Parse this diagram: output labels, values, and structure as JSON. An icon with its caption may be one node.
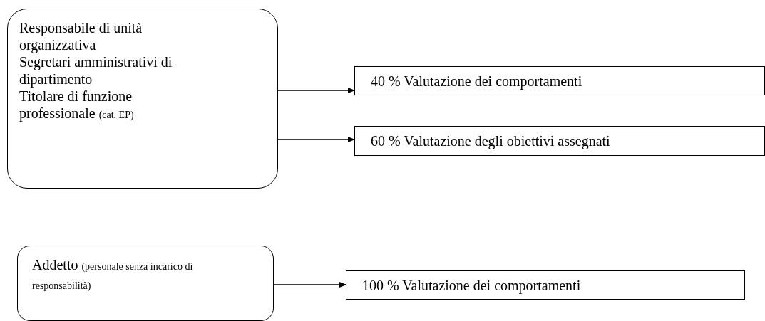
{
  "diagram": {
    "nodes": [
      {
        "text": [
          "Responsabile di unità organizzativa",
          "Segretari amministrativi di dipartimento",
          "Titolare di funzione professionale (cat. EP)"
        ]
      },
      {
        "text": [
          "40 % Valutazione dei comportamenti"
        ]
      },
      {
        "text": [
          "60 % Valutazione degli obiettivi assegnati"
        ]
      },
      {
        "text": [
          "Addetto (personale senza incarico di responsabilità)"
        ]
      },
      {
        "text": [
          "100 % Valutazione dei comportamenti"
        ]
      }
    ],
    "edges": [
      {
        "from": 0,
        "to": 1,
        "arrow": "to"
      },
      {
        "from": 0,
        "to": 2,
        "arrow": "to"
      },
      {
        "from": 3,
        "to": 4,
        "arrow": "to"
      }
    ]
  }
}
